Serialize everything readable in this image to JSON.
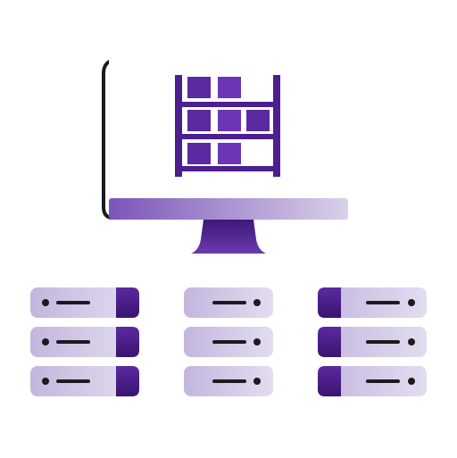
{
  "illustration": {
    "subject": "computer-monitor-with-warehouse-shelving-and-server-racks",
    "icons": [
      "monitor-icon",
      "warehouse-shelf-icon",
      "server-rack-icon"
    ]
  },
  "colors": {
    "background": "#ffffff",
    "outline": "#1b1b1f",
    "purple_dark": "#4b1f8f",
    "purple_mid": "#6b35b5",
    "purple_light": "#c9bfe0",
    "purple_pale": "#ddd6ee",
    "white": "#ffffff"
  },
  "server_groups": [
    {
      "id": "left",
      "units": 3,
      "led_side": "left",
      "accent_side": "right"
    },
    {
      "id": "middle",
      "units": 3,
      "led_side": "right",
      "accent_side": "none"
    },
    {
      "id": "right",
      "units": 3,
      "led_side": "right",
      "accent_side": "left"
    }
  ]
}
